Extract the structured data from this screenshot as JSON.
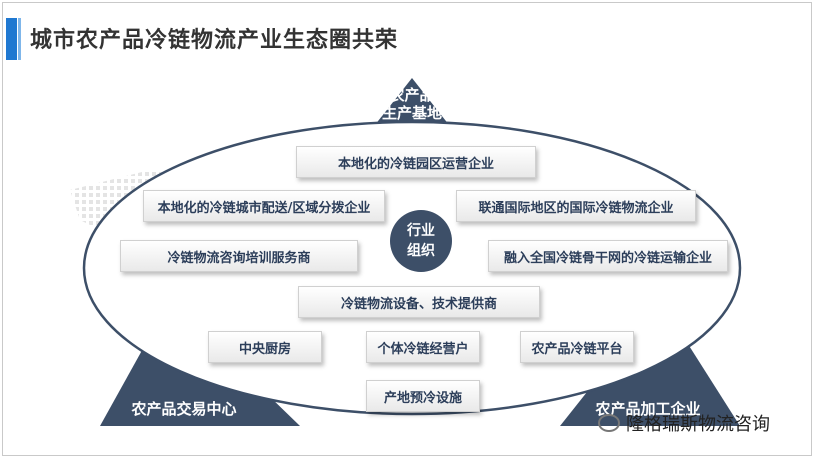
{
  "title": "城市农产品冷链物流产业生态圈共荣",
  "triangles": {
    "top": {
      "line1": "农产品",
      "line2": "生产基地"
    },
    "left": "农产品交易中心",
    "right": "农产品加工企业"
  },
  "center": {
    "line1": "行业",
    "line2": "组织"
  },
  "boxes": {
    "park": "本地化的冷链园区运营企业",
    "city_dist": "本地化的冷链城市配送/区域分拨企业",
    "international": "联通国际地区的国际冷链物流企业",
    "consulting": "冷链物流咨询培训服务商",
    "backbone": "融入全国冷链骨干网的冷链运输企业",
    "equipment": "冷链物流设备、技术提供商",
    "kitchen": "中央厨房",
    "individual": "个体冷链经营户",
    "platform": "农产品冷链平台",
    "precool": "产地预冷设施"
  },
  "watermark": "隆格瑞斯物流咨询",
  "colors": {
    "dark": "#3d4f68",
    "accent": "#1f78d1"
  }
}
